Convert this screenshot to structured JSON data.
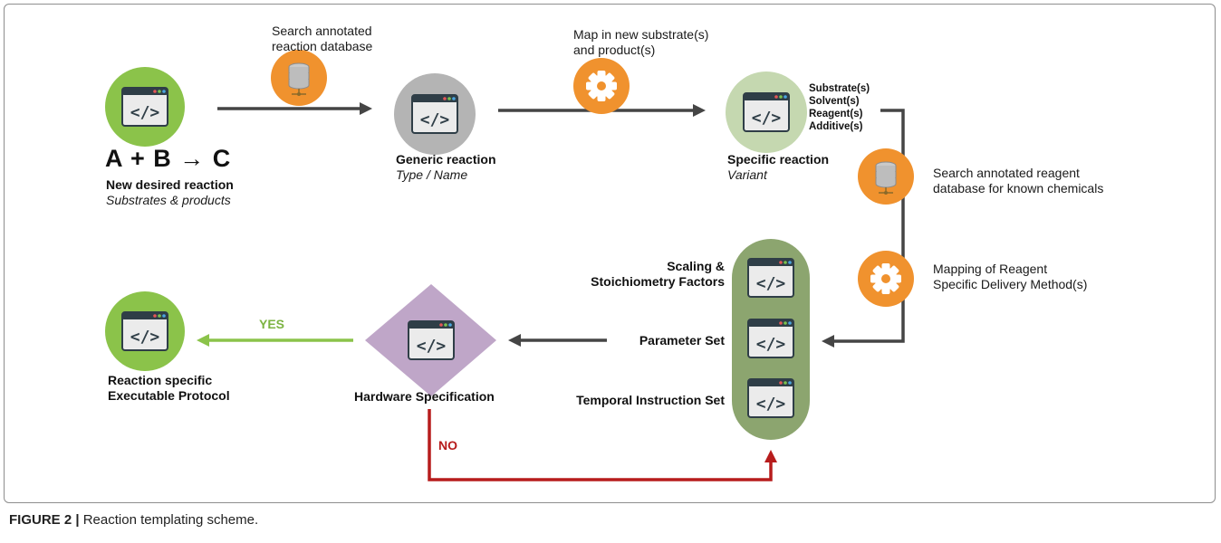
{
  "nodes": {
    "new_reaction": {
      "equation": "A + B → C",
      "title": "New desired reaction",
      "subtitle": "Substrates & products"
    },
    "generic_reaction": {
      "title": "Generic reaction",
      "subtitle": "Type / Name"
    },
    "specific_reaction": {
      "title": "Specific reaction",
      "subtitle": "Variant",
      "list": [
        "Substrate(s)",
        "Solvent(s)",
        "Reagent(s)",
        "Additive(s)"
      ]
    },
    "protocol": {
      "title_line1": "Reaction specific",
      "title_line2": "Executable Protocol"
    },
    "hardware": {
      "title": "Hardware Specification"
    },
    "pill_items": {
      "scaling_line1": "Scaling &",
      "scaling_line2": "Stoichiometry Factors",
      "parameter": "Parameter Set",
      "temporal": "Temporal Instruction Set"
    }
  },
  "steps": {
    "search_reaction_db_line1": "Search annotated",
    "search_reaction_db_line2": "reaction database",
    "map_substrates_line1": "Map in new substrate(s)",
    "map_substrates_line2": "and product(s)",
    "search_reagent_db_line1": "Search annotated reagent",
    "search_reagent_db_line2": "database for known chemicals",
    "mapping_delivery_line1": "Mapping of Reagent",
    "mapping_delivery_line2": "Specific Delivery Method(s)"
  },
  "branches": {
    "yes": "YES",
    "no": "NO"
  },
  "caption": {
    "label": "FIGURE 2 |",
    "text": "Reaction templating scheme."
  },
  "icons": [
    "code-window-icon",
    "database-icon",
    "gear-icon"
  ],
  "colors": {
    "green": "#8bc34a",
    "gray": "#b4b4b4",
    "pale_green": "#c5d8b0",
    "pill": "#8ca56f",
    "orange": "#f0922e",
    "diamond": "#bfa6c8",
    "arrow": "#454545",
    "yes_arrow": "#8bc34a",
    "no_arrow": "#b71c1c"
  }
}
